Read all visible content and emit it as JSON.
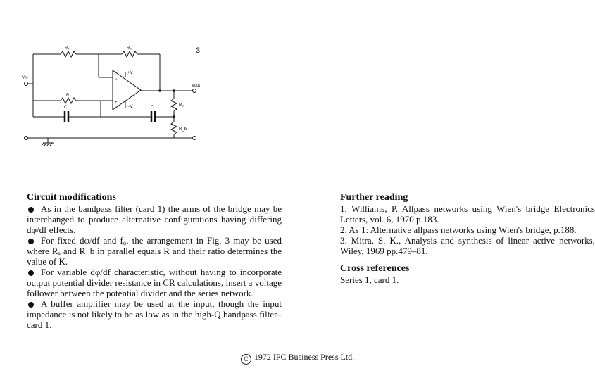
{
  "figure": {
    "number": "3",
    "labels": {
      "r1": "R₁",
      "r2": "R₂",
      "r": "R",
      "c1": "C",
      "c2": "C",
      "vin": "Vin",
      "vout": "Vout",
      "plus_v": "+V",
      "minus_v": "−V",
      "ra": "Rₐ",
      "rb": "R_b",
      "opamp_minus": "−",
      "opamp_plus": "+"
    }
  },
  "circuit_modifications": {
    "heading": "Circuit modifications",
    "items": [
      "As in the bandpass filter (card 1) the arms of the bridge may be interchanged to produce alternative configurations having differing dφ/df effects.",
      "For fixed dφ/df and f₀, the arrangement in Fig. 3 may be used where Rₐ and R_b in parallel equals R and their ratio determines the value of K.",
      "For variable dφ/df characteristic, without having to incorporate output potential divider resistance in CR calculations, insert a voltage follower between the potential divider and the series network.",
      "A buffer amplifier may be used at the input, though the input impedance is not likely to be as low as in the high-Q bandpass filter–card 1."
    ]
  },
  "further_reading": {
    "heading": "Further reading",
    "items": [
      "1. Williams, P. Allpass networks using Wien's bridge Electronics Letters, vol. 6, 1970 p.183.",
      "2. As 1: Alternative allpass networks using Wien's bridge, p.188.",
      "3. Mitra, S. K., Analysis and synthesis of linear active networks, Wiley, 1969 pp.479–81."
    ]
  },
  "cross_references": {
    "heading": "Cross references",
    "text": "Series 1, card 1."
  },
  "footer": {
    "copyright_symbol": "C",
    "text": "1972 IPC Business Press Ltd."
  }
}
